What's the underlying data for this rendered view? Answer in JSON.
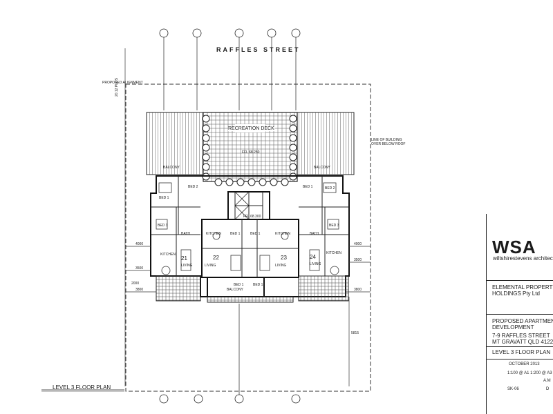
{
  "drawing": {
    "street_name": "RAFFLES STREET",
    "plan_title": "LEVEL 3 FLOOR PLAN",
    "deck_label": "RECREATION DECK",
    "deck_ffl": "FFL 68.250",
    "corridor_ffl": "FFL 68.300",
    "balcony_label": "BALCONY",
    "kitchen_label": "KITCHEN",
    "living_label": "LIVING",
    "bath_label": "BATH",
    "bed1_label": "BED 1",
    "bed2_label": "BED 2",
    "bed3_label": "BED 3",
    "unit_21": "21",
    "unit_22": "22",
    "unit_23": "23",
    "unit_24": "24",
    "dim_4000": "4000",
    "dim_3500": "3500",
    "dim_3800": "3800",
    "dim_2000": "2000",
    "dim_5815": "5815",
    "roof_note": "LINE OF BUILDING OVER BELOW ROOF",
    "boundary_note": "PROPOSED ALIGNMENT",
    "side_dim": "20.12 PLUS"
  },
  "title_block": {
    "firm_logo": "WSA",
    "firm_name": "wiltshirestevens architecture",
    "client_line1": "ELEMENTAL PROPERTY",
    "client_line2": "HOLDINGS Pty Ltd",
    "project_line1": "PROPOSED APARTMENT",
    "project_line2": "DEVELOPMENT",
    "address_line1": "7-9 RAFFLES STREET",
    "address_line2": "MT GRAVATT QLD 4122",
    "sheet_title": "LEVEL 3 FLOOR PLAN",
    "date": "OCTOBER 2013",
    "scale": "1:100 @ A1  1:200 @ A3",
    "drawn": "A.M",
    "drawing_no": "SK-06",
    "revision": "D"
  }
}
